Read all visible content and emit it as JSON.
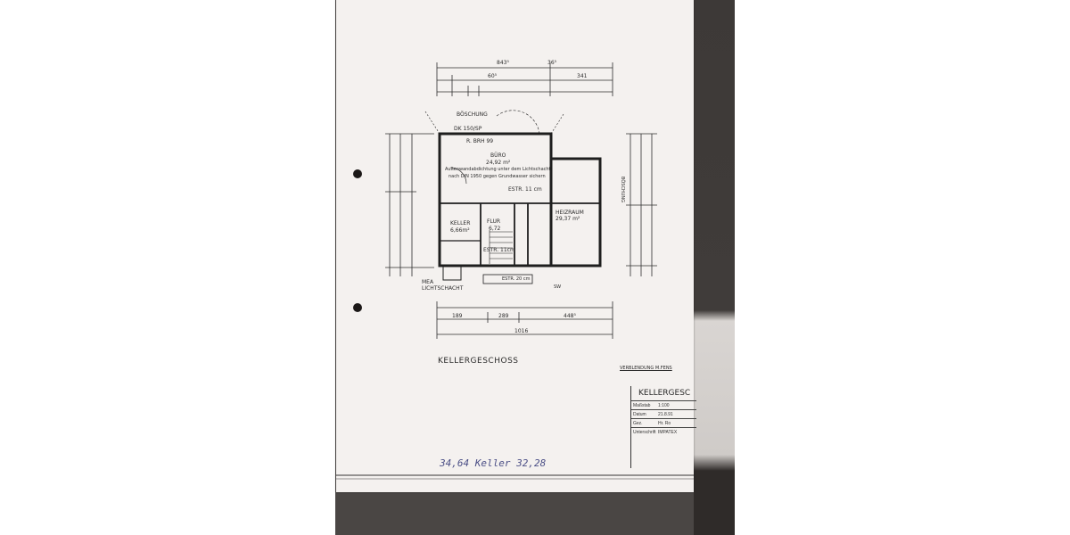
{
  "document": {
    "floor_title": "KELLERGESCHOSS",
    "handwritten_note": "34,64   Keller 32,28",
    "rooms": [
      {
        "key": "buro",
        "name": "BÜRO",
        "area": "24,92 m²"
      },
      {
        "key": "keller",
        "name": "KELLER",
        "area": "6,66m²"
      },
      {
        "key": "flur",
        "name": "FLUR",
        "area": "6,72"
      },
      {
        "key": "heizraum",
        "name": "HEIZRAUM",
        "area": "29,37 m²"
      }
    ],
    "annotations": {
      "boschung": "BÖSCHUNG",
      "dk": "DK 150/SP",
      "brh": "R. BRH 99",
      "estr": "ESTR. 11 cm",
      "estr2": "ESTR. 11cm",
      "note_line1": "Außenwandabdichtung unter dem Lichtschacht",
      "note_line2": "nach DIN 1950 gegen Grundwasser sichern",
      "boschung_side": "BÖSCHUNG",
      "mea": "MEA",
      "lichtschacht": "LICHTSCHACHT",
      "estr_bottom": "ESTR. 20 cm",
      "verblendung": "VERBLENDUNG M.FENS",
      "sw": "SW"
    },
    "dimensions": {
      "top1": "843⁵",
      "top2": "60⁵",
      "top3": "36⁵",
      "top4": "341",
      "bot_total": "1016",
      "bot1": "189",
      "bot2": "289",
      "bot3": "448⁵"
    },
    "title_block": {
      "heading": "KELLERGESC",
      "rows": [
        {
          "label": "Maßstab",
          "value": "1:100"
        },
        {
          "label": "Datum",
          "value": "21.8.91"
        },
        {
          "label": "Gez.",
          "value": "Hr. Ro"
        },
        {
          "label": "Unterschrift",
          "value": "IMPATEX"
        }
      ]
    }
  }
}
